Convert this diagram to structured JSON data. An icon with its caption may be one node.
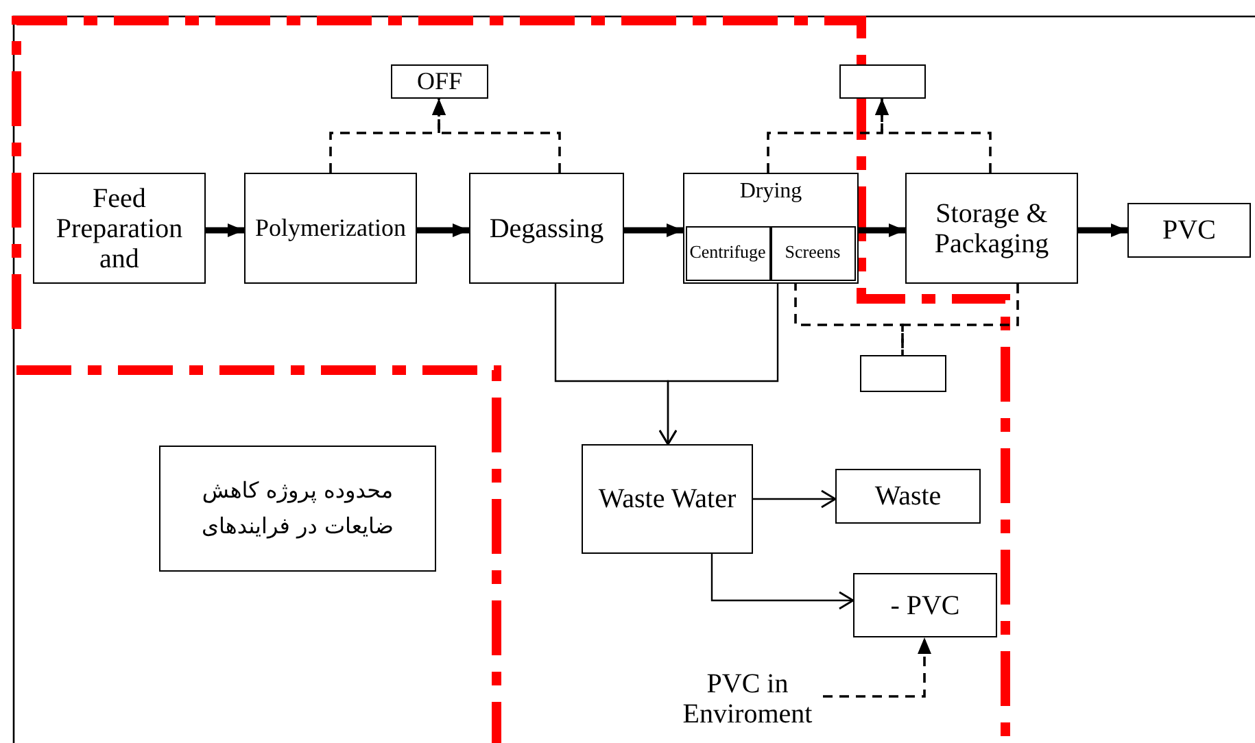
{
  "diagram": {
    "nodes": [
      {
        "text": [
          "Feed Preparation and"
        ]
      },
      {
        "text": [
          "Polymerization"
        ]
      },
      {
        "text": [
          "Degassing"
        ]
      },
      {
        "text": [
          "Drying"
        ]
      },
      {
        "text": [
          "Centrifuge"
        ],
        "in": 3
      },
      {
        "text": [
          "Screens"
        ],
        "in": 3
      },
      {
        "text": [
          "Storage & Packaging"
        ]
      },
      {
        "text": [
          "PVC"
        ]
      },
      {
        "text": [
          "OFF"
        ]
      },
      {
        "text": [],
        "shape": "box"
      },
      {
        "text": [],
        "shape": "box"
      },
      {
        "text": [
          "محدوده پروژه کاهش ضایعات در فرایندهای"
        ]
      },
      {
        "text": [
          "Waste Water"
        ]
      },
      {
        "text": [
          "Waste"
        ]
      },
      {
        "text": [
          "- PVC"
        ]
      },
      {
        "text": [
          "PVC in Enviroment"
        ]
      }
    ],
    "edges": [
      {
        "from": 0,
        "to": 1,
        "arrow": "to",
        "style": "thick"
      },
      {
        "from": 1,
        "to": 2,
        "arrow": "to",
        "style": "thick"
      },
      {
        "from": 2,
        "to": 3,
        "arrow": "to",
        "style": "thick"
      },
      {
        "from": 3,
        "to": 6,
        "arrow": "to",
        "style": "thick"
      },
      {
        "from": 6,
        "to": 7,
        "arrow": "to",
        "style": "thick"
      },
      {
        "from": 1,
        "to": 8,
        "arrow": "to",
        "style": "dashed"
      },
      {
        "from": 2,
        "to": 8,
        "arrow": "to",
        "style": "dashed"
      },
      {
        "from": 3,
        "to": 9,
        "arrow": "to",
        "style": "dashed"
      },
      {
        "from": 6,
        "to": 9,
        "arrow": "to",
        "style": "dashed"
      },
      {
        "from": 5,
        "to": 10,
        "arrow": "none",
        "style": "dashed"
      },
      {
        "from": 6,
        "to": 10,
        "arrow": "none",
        "style": "dashed"
      },
      {
        "from": 2,
        "to": 12,
        "arrow": "to"
      },
      {
        "from": 4,
        "to": 12,
        "arrow": "to"
      },
      {
        "from": 12,
        "to": 13,
        "arrow": "to"
      },
      {
        "from": 12,
        "to": 14,
        "arrow": "to"
      },
      {
        "from": 15,
        "to": 14,
        "arrow": "to",
        "style": "dashed"
      }
    ]
  }
}
